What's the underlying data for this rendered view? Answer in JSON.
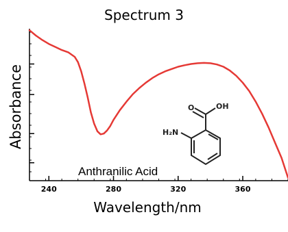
{
  "chart_data": {
    "type": "line",
    "title": "Spectrum 3",
    "xlabel": "Wavelength/nm",
    "ylabel": "Absorbance",
    "xlim": [
      228,
      388
    ],
    "ylim": [
      0,
      1
    ],
    "x_ticks": [
      240,
      280,
      320,
      360
    ],
    "x_tick_labels": [
      "240",
      "280",
      "320",
      "360"
    ],
    "x_minor_step": 10,
    "y_tick_values": [
      0.118,
      0.31,
      0.567,
      0.768
    ],
    "y_tick_labels": [],
    "grid": false,
    "annotation": "Anthranilic Acid",
    "molecule_labels": {
      "carbonyl_o": "O",
      "hydroxyl": "OH",
      "amine": "H₂N"
    },
    "series": [
      {
        "color": "#e53935",
        "x": [
          228,
          232,
          236,
          240,
          244,
          248,
          252,
          256,
          258,
          260,
          262,
          264,
          266,
          268,
          270,
          272,
          274,
          276,
          278,
          280,
          284,
          288,
          292,
          296,
          300,
          304,
          308,
          312,
          316,
          320,
          324,
          328,
          332,
          336,
          340,
          344,
          348,
          352,
          356,
          360,
          364,
          368,
          372,
          376,
          380,
          384,
          388
        ],
        "y": [
          0.99,
          0.955,
          0.925,
          0.9,
          0.88,
          0.86,
          0.845,
          0.815,
          0.78,
          0.72,
          0.64,
          0.55,
          0.45,
          0.375,
          0.325,
          0.305,
          0.31,
          0.33,
          0.36,
          0.4,
          0.465,
          0.52,
          0.57,
          0.61,
          0.645,
          0.675,
          0.7,
          0.72,
          0.735,
          0.75,
          0.76,
          0.768,
          0.773,
          0.775,
          0.773,
          0.765,
          0.75,
          0.725,
          0.69,
          0.645,
          0.59,
          0.52,
          0.44,
          0.35,
          0.25,
          0.15,
          0.02
        ]
      }
    ]
  }
}
